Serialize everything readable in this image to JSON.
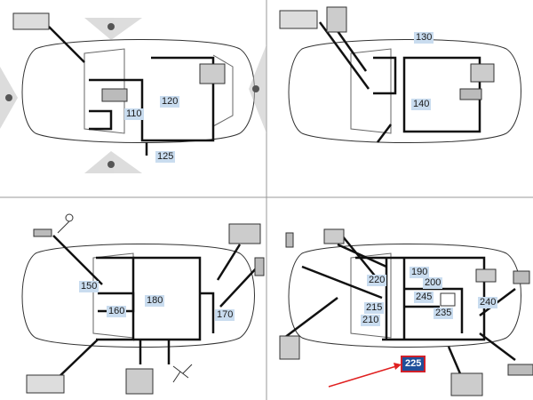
{
  "panels": [
    {
      "id": "top-left",
      "labels": [
        "110",
        "120",
        "125"
      ]
    },
    {
      "id": "top-right",
      "labels": [
        "130",
        "140"
      ]
    },
    {
      "id": "bottom-left",
      "labels": [
        "150",
        "160",
        "170",
        "180"
      ]
    },
    {
      "id": "bottom-right",
      "labels": [
        "190",
        "200",
        "210",
        "215",
        "220",
        "225",
        "235",
        "240",
        "245"
      ]
    }
  ],
  "highlight": {
    "label": "225",
    "arrow_color": "#e02020",
    "border_color": "#d0202a",
    "fill_color": "#1f4f9a"
  },
  "colors": {
    "label_bg": "#c9dcef",
    "line": "#111111"
  }
}
